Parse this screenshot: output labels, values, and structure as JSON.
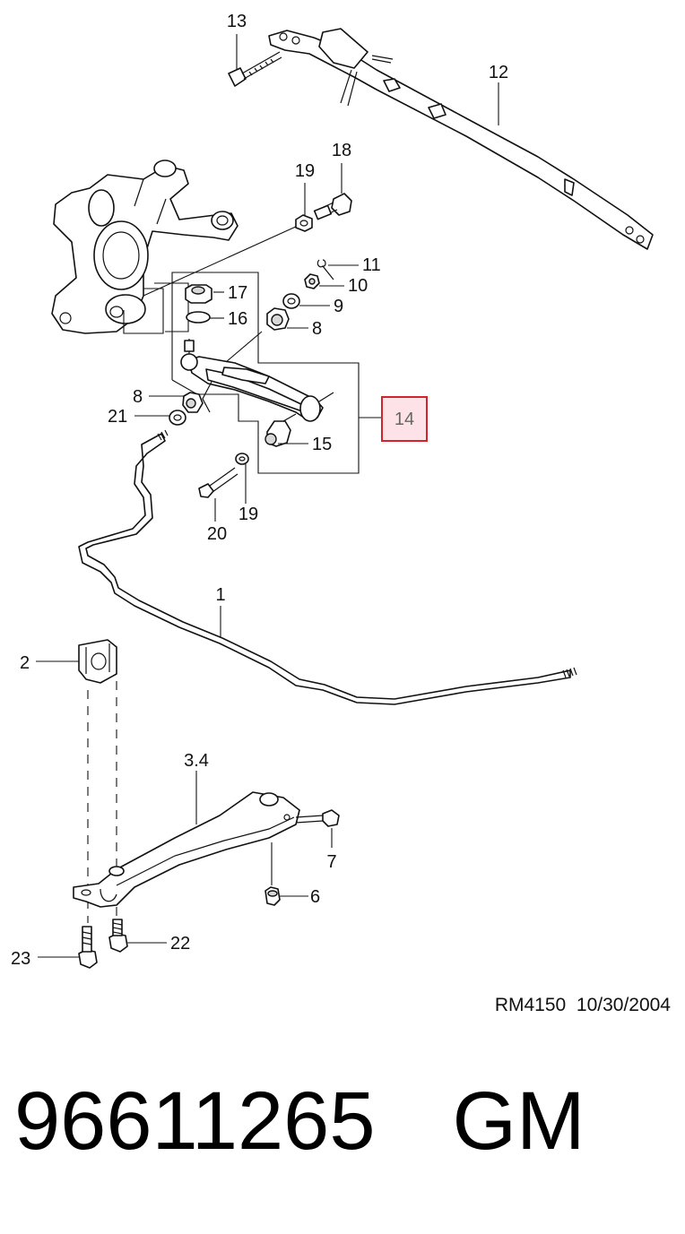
{
  "callouts": {
    "c1": "1",
    "c2": "2",
    "c34": "3.4",
    "c6": "6",
    "c7": "7",
    "c8a": "8",
    "c8b": "8",
    "c9": "9",
    "c10": "10",
    "c11": "11",
    "c12": "12",
    "c13": "13",
    "c14": "14",
    "c15": "15",
    "c16": "16",
    "c17": "17",
    "c18": "18",
    "c19a": "19",
    "c19b": "19",
    "c20": "20",
    "c21": "21",
    "c22": "22",
    "c23": "23"
  },
  "highlight": {
    "callout": "14",
    "fill": "#fde3e8",
    "border": "#d1242f"
  },
  "reference": "RM4150  10/30/2004",
  "part_number": "96611265",
  "brand": "GM"
}
